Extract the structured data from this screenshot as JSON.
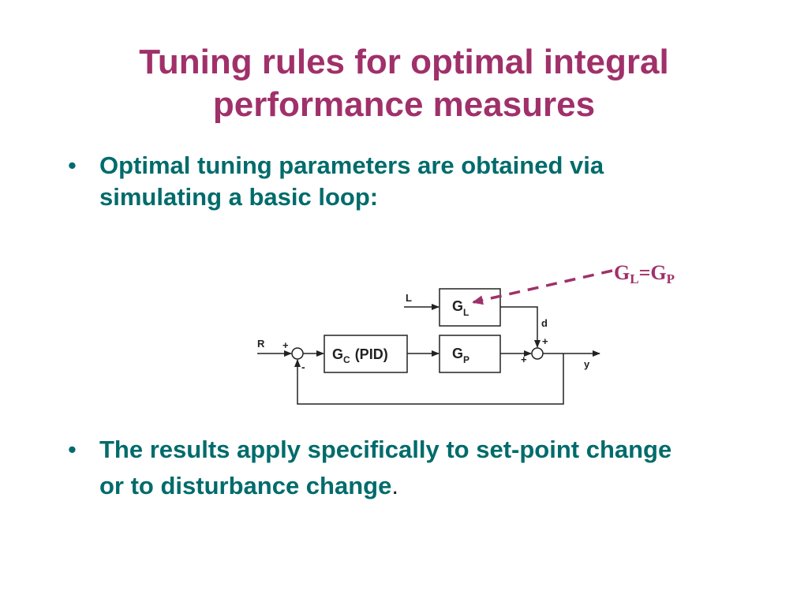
{
  "title": {
    "line1": "Tuning rules for optimal integral",
    "line2": "performance measures"
  },
  "bullets": [
    {
      "marker": "•",
      "line1": "Optimal tuning parameters are obtained via",
      "line2": "simulating a basic loop:"
    },
    {
      "marker": "•",
      "line1": "The results apply specifically to set-point change",
      "line2": "or to disturbance change",
      "suffix": "."
    }
  ],
  "diagram": {
    "signals": {
      "R": "R",
      "L": "L",
      "d": "d",
      "y": "y"
    },
    "signs": {
      "sum1_plus": "+",
      "sum1_minus": "-",
      "sum2_top_plus": "+",
      "sum2_left_plus": "+"
    },
    "blocks": {
      "gl": {
        "main": "G",
        "sub": "L"
      },
      "gc": {
        "main": "G",
        "sub": "C",
        "extra": "(PID)"
      },
      "gp": {
        "main": "G",
        "sub": "P"
      }
    },
    "annotation": {
      "g1": "G",
      "sub1": "L",
      "eq": "=",
      "g2": "G",
      "sub2": "P"
    }
  },
  "colors": {
    "title": "#a0306a",
    "bullet_text": "#006b6b",
    "annotation": "#a0306a"
  }
}
